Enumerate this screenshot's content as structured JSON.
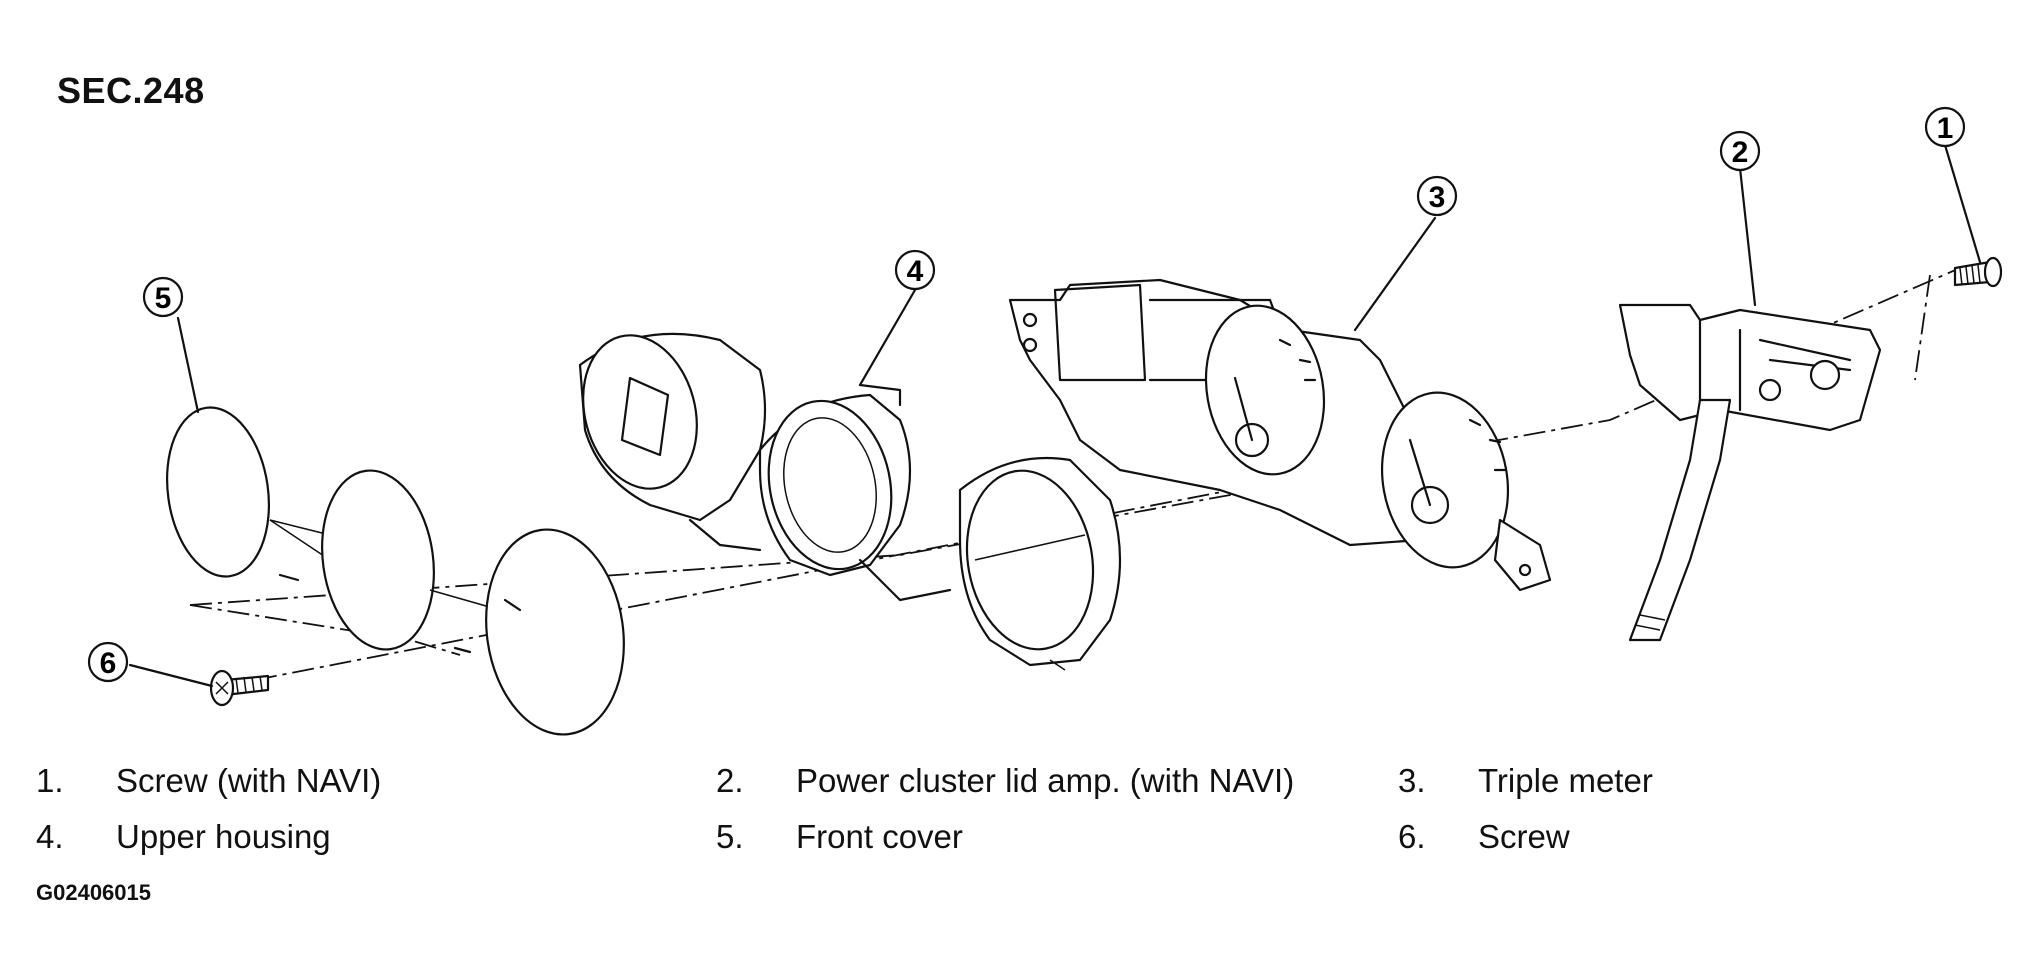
{
  "section": "SEC.248",
  "figure_code": "G02406015",
  "callouts": [
    "1",
    "2",
    "3",
    "4",
    "5",
    "6"
  ],
  "legend": [
    {
      "num": "1.",
      "label": "Screw (with NAVI)"
    },
    {
      "num": "2.",
      "label": "Power cluster lid amp. (with NAVI)"
    },
    {
      "num": "3.",
      "label": "Triple meter"
    },
    {
      "num": "4.",
      "label": "Upper housing"
    },
    {
      "num": "5.",
      "label": "Front cover"
    },
    {
      "num": "6.",
      "label": "Screw"
    }
  ]
}
